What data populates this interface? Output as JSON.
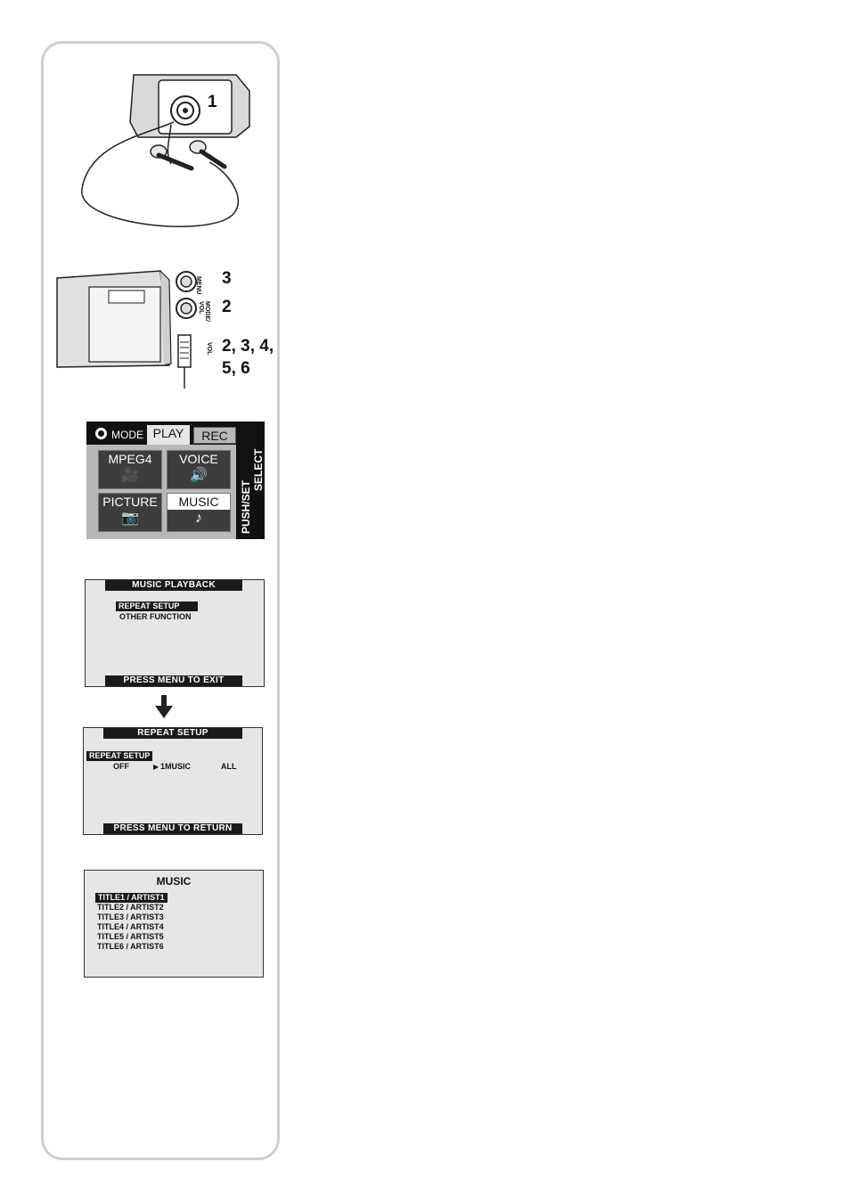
{
  "figure1": {
    "callout": "1"
  },
  "figure2": {
    "callouts": [
      "3",
      "2",
      "2, 3, 4,",
      "5, 6"
    ],
    "button_labels": [
      "MENU",
      "MODE/ VOL"
    ],
    "lever_label": "VOL"
  },
  "mode_menu": {
    "mode_label": "MODE",
    "tabs": [
      "PLAY",
      "REC"
    ],
    "tiles": [
      "MPEG4",
      "VOICE",
      "PICTURE",
      "MUSIC"
    ],
    "side_labels": [
      "PUSH/SET",
      "SELECT"
    ]
  },
  "screen_music_playback": {
    "title": "MUSIC  PLAYBACK",
    "items": [
      "REPEAT  SETUP",
      "OTHER  FUNCTION"
    ],
    "footer": "PRESS MENU TO EXIT"
  },
  "screen_repeat_setup": {
    "title": "REPEAT  SETUP",
    "label": "REPEAT  SETUP",
    "options": [
      "OFF",
      "1MUSIC",
      "ALL"
    ],
    "footer": "PRESS MENU TO RETURN"
  },
  "screen_music_list": {
    "title": "MUSIC",
    "tracks": [
      "TITLE1 / ARTIST1",
      "TITLE2 / ARTIST2",
      "TITLE3 / ARTIST3",
      "TITLE4 / ARTIST4",
      "TITLE5 / ARTIST5",
      "TITLE6 / ARTIST6"
    ]
  }
}
